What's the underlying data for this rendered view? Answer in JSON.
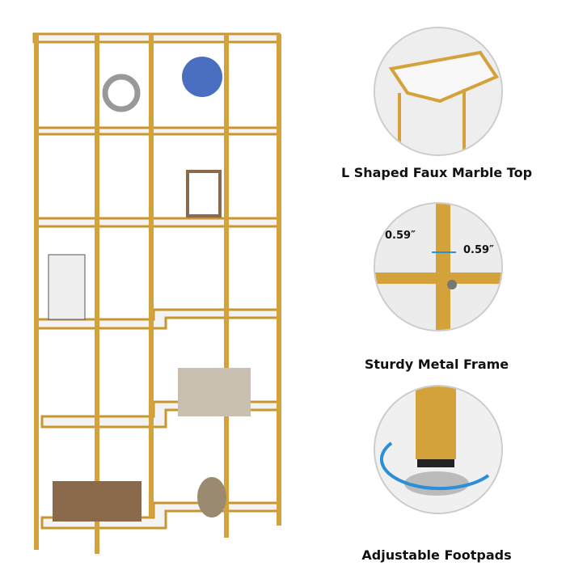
{
  "features": [
    {
      "label": "L Shaped Faux Marble Top",
      "icon": "marble-top-closeup"
    },
    {
      "label": "Sturdy Metal Frame",
      "icon": "metal-frame-closeup",
      "dimensions": [
        "0.59″",
        "0.59″"
      ]
    },
    {
      "label": "Adjustable Footpads",
      "icon": "footpad-closeup"
    }
  ],
  "colors": {
    "frame": "#d4a23a",
    "marble": "#f2f2f2",
    "arrow": "#2a8fd6"
  }
}
